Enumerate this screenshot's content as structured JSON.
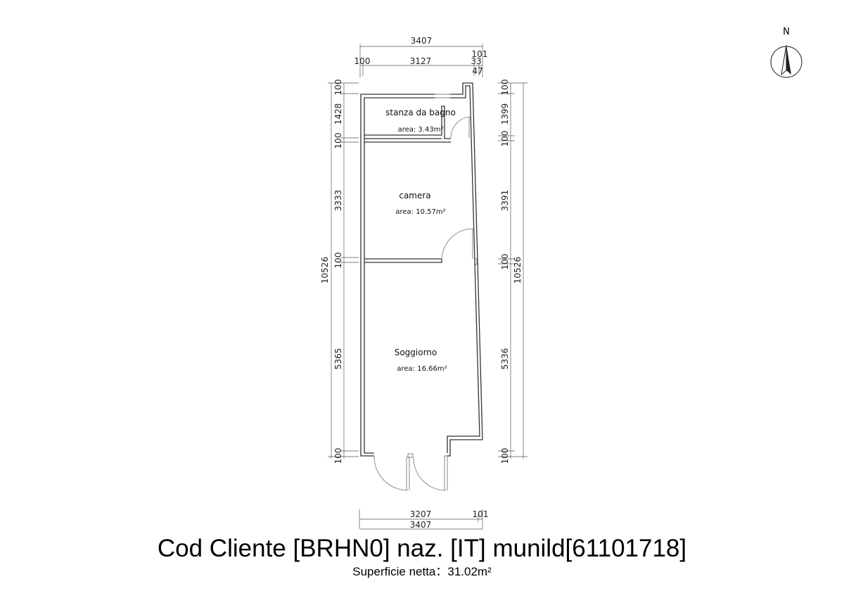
{
  "compass": {
    "label": "N"
  },
  "rooms": [
    {
      "name": "stanza da bagno",
      "area": "area: 3.43m²"
    },
    {
      "name": "camera",
      "area": "area: 10.57m²"
    },
    {
      "name": "Soggiorno",
      "area": "area: 16.66m²"
    }
  ],
  "dimensions": {
    "top": {
      "total": "3407",
      "left": "100",
      "middle": "3127",
      "right_a": "33",
      "right_b": "101",
      "right_c": "47"
    },
    "left_inner": [
      "100",
      "1428",
      "100",
      "3333",
      "100",
      "5365",
      "100"
    ],
    "left_total": "10526",
    "right_inner": [
      "100",
      "1399",
      "100",
      "3391",
      "100",
      "5336",
      "100"
    ],
    "right_total": "10526",
    "bottom": {
      "main": "3207",
      "right": "101",
      "total": "3407"
    }
  },
  "footer": {
    "title": "Cod Cliente [BRHN0] naz. [IT] munild[61101718]",
    "subtitle": "Superficie netta：31.02m²"
  }
}
